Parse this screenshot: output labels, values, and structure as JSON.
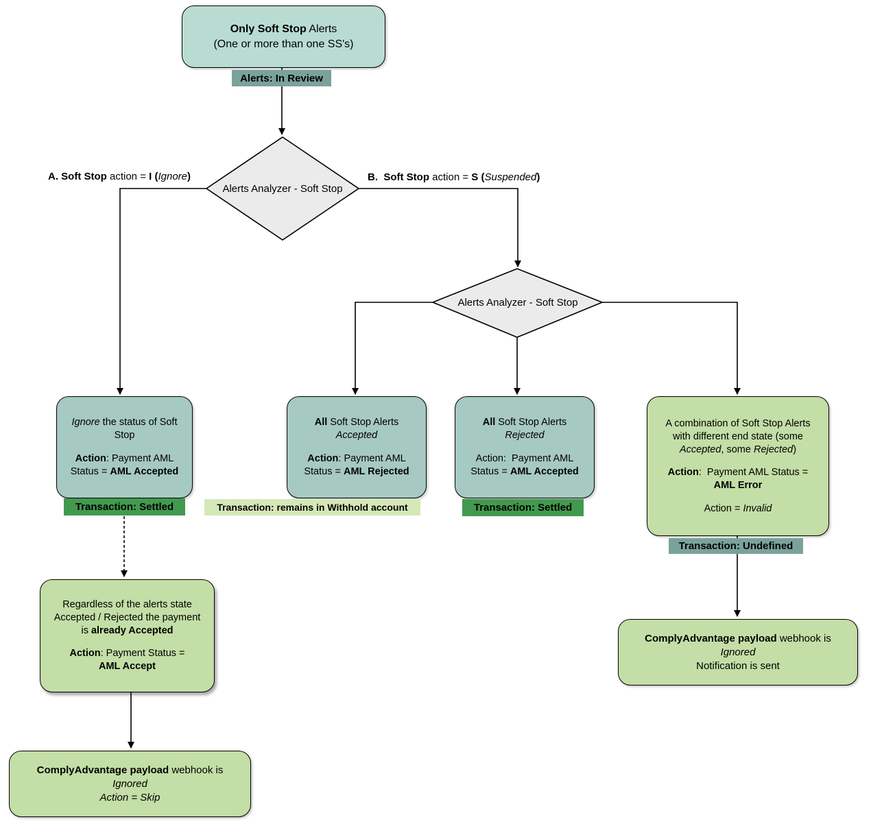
{
  "colors": {
    "mint": "#b9dcd2",
    "teal": "#a6c9c2",
    "greenBox": "#c3dea6",
    "diamondFill": "#ebebeb",
    "badgeDark": "#7aa29b",
    "badgeGreen": "#43994e",
    "badgeLight": "#d5e8b8"
  },
  "diagram": {
    "start": {
      "lines": [
        [
          {
            "t": "Only Soft Stop",
            "b": true
          },
          {
            "t": " Alerts"
          }
        ],
        [
          {
            "t": "(One or more than one SS's)"
          }
        ]
      ]
    },
    "badge_in_review": {
      "text": "Alerts: In Review"
    },
    "diamond1": {
      "label": "Alerts Analyzer - Soft Stop"
    },
    "diamond2": {
      "label": "Alerts Analyzer - Soft Stop"
    },
    "branch_a_label": {
      "lines": [
        [
          {
            "t": "A. Soft Stop",
            "b": true
          },
          {
            "t": " action = "
          },
          {
            "t": "I (",
            "b": true
          },
          {
            "t": "Ignore",
            "i": true
          },
          {
            "t": ")",
            "b": true
          }
        ]
      ]
    },
    "branch_b_label": {
      "lines": [
        [
          {
            "t": "B.  Soft Stop",
            "b": true
          },
          {
            "t": " action = "
          },
          {
            "t": "S (",
            "b": true
          },
          {
            "t": "Suspended",
            "i": true
          },
          {
            "t": ")",
            "b": true
          }
        ]
      ]
    },
    "ignore_box": {
      "lines": [
        [
          {
            "t": "Ignore",
            "i": true
          },
          {
            "t": " the status of Soft"
          }
        ],
        [
          {
            "t": "Stop"
          }
        ],
        [],
        [
          {
            "t": "Action",
            "b": true
          },
          {
            "t": ": Payment AML"
          }
        ],
        [
          {
            "t": "Status = "
          },
          {
            "t": "AML Accepted",
            "b": true
          }
        ]
      ]
    },
    "badge_settled_left": {
      "text": "Transaction: Settled"
    },
    "accepted_box": {
      "lines": [
        [
          {
            "t": "All",
            "b": true
          },
          {
            "t": " Soft Stop Alerts"
          }
        ],
        [
          {
            "t": "Accepted",
            "i": true
          }
        ],
        [],
        [
          {
            "t": "Action",
            "b": true
          },
          {
            "t": ": Payment AML"
          }
        ],
        [
          {
            "t": "Status = "
          },
          {
            "t": "AML Rejected",
            "b": true
          }
        ]
      ]
    },
    "badge_withhold": {
      "text": "Transaction: remains in Withhold account"
    },
    "rejected_box": {
      "lines": [
        [
          {
            "t": "All",
            "b": true
          },
          {
            "t": " Soft Stop Alerts"
          }
        ],
        [
          {
            "t": "Rejected",
            "i": true
          }
        ],
        [],
        [
          {
            "t": "Action:  Payment AML"
          }
        ],
        [
          {
            "t": "Status = "
          },
          {
            "t": "AML Accepted",
            "b": true
          }
        ]
      ]
    },
    "badge_settled_right": {
      "text": "Transaction: Settled"
    },
    "combination_box": {
      "lines": [
        [
          {
            "t": "A combination of Soft Stop Alerts"
          }
        ],
        [
          {
            "t": "with different end state (some"
          }
        ],
        [
          {
            "t": "Accepted",
            "i": true
          },
          {
            "t": ", some "
          },
          {
            "t": "Rejected",
            "i": true
          },
          {
            "t": ")"
          }
        ],
        [],
        [
          {
            "t": "Action",
            "b": true
          },
          {
            "t": ":  Payment AML Status ="
          }
        ],
        [
          {
            "t": "AML Error",
            "b": true
          }
        ],
        [],
        [
          {
            "t": "Action = "
          },
          {
            "t": "Invalid",
            "i": true
          }
        ]
      ]
    },
    "badge_undefined": {
      "text": "Transaction: Undefined"
    },
    "regardless_box": {
      "lines": [
        [
          {
            "t": "Regardless of the alerts state"
          }
        ],
        [
          {
            "t": "Accepted / Rejected the payment"
          }
        ],
        [
          {
            "t": "is "
          },
          {
            "t": "already Accepted",
            "b": true
          }
        ],
        [],
        [
          {
            "t": "Action",
            "b": true
          },
          {
            "t": ": Payment Status ="
          }
        ],
        [
          {
            "t": "AML Accept",
            "b": true
          }
        ]
      ]
    },
    "comply_skip_box": {
      "lines": [
        [
          {
            "t": "ComplyAdvantage payload",
            "b": true
          },
          {
            "t": " webhook is"
          }
        ],
        [
          {
            "t": "Ignored",
            "i": true
          }
        ],
        [
          {
            "t": "Action = Skip",
            "i": true
          }
        ]
      ]
    },
    "comply_notify_box": {
      "lines": [
        [
          {
            "t": "ComplyAdvantage payload",
            "b": true
          },
          {
            "t": " webhook is"
          }
        ],
        [
          {
            "t": "Ignored",
            "i": true
          }
        ],
        [
          {
            "t": "Notification is sent"
          }
        ]
      ]
    }
  }
}
